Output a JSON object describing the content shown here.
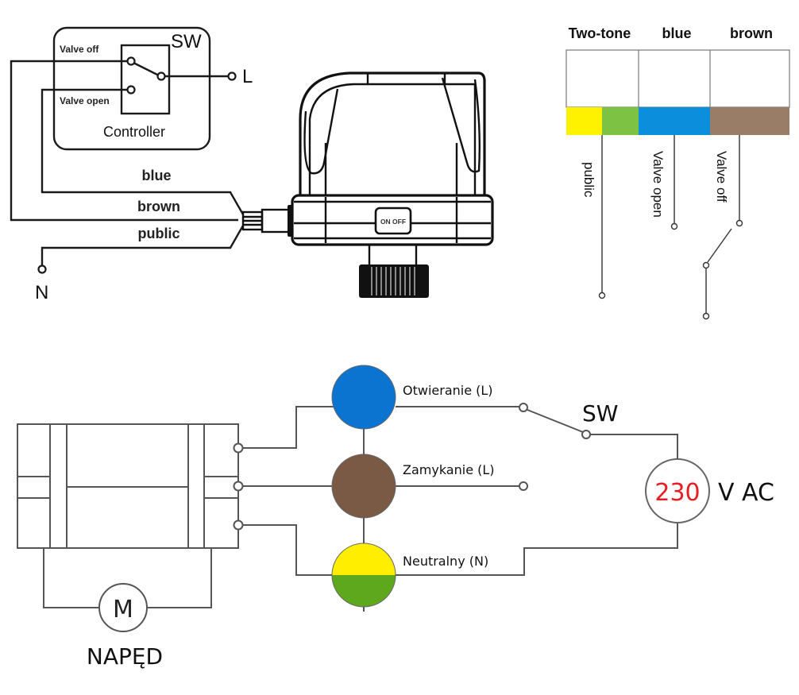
{
  "top_left_schematic": {
    "switch_label": "SW",
    "controller_label": "Controller",
    "terminal_off_label": "Valve off",
    "terminal_open_label": "Valve open",
    "line_label": "L",
    "neutral_label": "N",
    "wires": [
      {
        "label": "blue"
      },
      {
        "label": "brown"
      },
      {
        "label": "public"
      }
    ]
  },
  "actuator": {
    "button_label": "ON OFF"
  },
  "color_legend": {
    "columns": [
      {
        "header": "Two-tone",
        "colors": [
          "#fff200",
          "#7dc242"
        ],
        "function": "public"
      },
      {
        "header": "blue",
        "colors": [
          "#0b8fdc"
        ],
        "function": "Valve open"
      },
      {
        "header": "brown",
        "colors": [
          "#9a7d67"
        ],
        "function": "Valve off"
      }
    ]
  },
  "bottom_schematic": {
    "wires": [
      {
        "label": "Otwieranie (L)",
        "color": "#0b74d1"
      },
      {
        "label": "Zamykanie (L)",
        "color": "#7a5a45"
      },
      {
        "label": "Neutralny (N)",
        "color_top": "#ffee00",
        "color_bottom": "#5ea81e"
      }
    ],
    "switch_label": "SW",
    "motor_symbol": "M",
    "motor_label": "NAPĘD",
    "supply_value": "230",
    "supply_unit": "V AC",
    "supply_value_color": "#e31e24"
  }
}
